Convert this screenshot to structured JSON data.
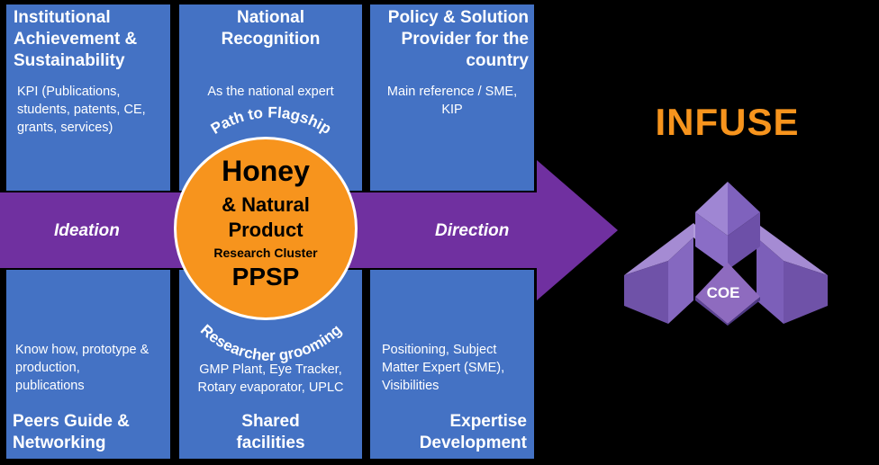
{
  "boxes": {
    "top_left": {
      "title_lines": [
        "Institutional",
        "Achievement &",
        "Sustainability"
      ],
      "body_lines": [
        "KPI (Publications,",
        "students, patents, CE,",
        "grants, services)"
      ]
    },
    "top_mid": {
      "title_lines": [
        "National",
        "Recognition"
      ],
      "body_lines": [
        "As the national expert"
      ]
    },
    "top_right": {
      "title_lines": [
        "Policy & Solution",
        "Provider for the",
        "country"
      ],
      "body_lines": [
        "Main reference / SME,",
        "KIP"
      ]
    },
    "bottom_left": {
      "title_lines": [
        "Peers Guide &",
        "Networking"
      ],
      "body_lines": [
        "Know how, prototype &",
        "production,",
        "publications"
      ]
    },
    "bottom_mid": {
      "title_lines": [
        "Shared",
        "facilities"
      ],
      "body_lines": [
        "GMP Plant, Eye Tracker,",
        "Rotary evaporator, UPLC"
      ]
    },
    "bottom_right": {
      "title_lines": [
        "Expertise",
        "Development"
      ],
      "body_lines": [
        "Positioning, Subject",
        "Matter Expert (SME),",
        "Visibilities"
      ]
    }
  },
  "arrow": {
    "left_label": "Ideation",
    "right_label": "Direction"
  },
  "circle": {
    "arc_top": "Path to Flagship",
    "arc_bottom": "Researcher grooming",
    "line1": "Honey",
    "line2": "& Natural",
    "line3": "Product",
    "line4": "Research Cluster",
    "line5": "PPSP"
  },
  "infuse": {
    "title": "INFUSE",
    "logo_label": "COE"
  },
  "colors": {
    "box_blue": "#4472c4",
    "arrow_purple": "#7030a0",
    "circle_orange": "#f7941d",
    "infuse_orange": "#f7941d",
    "logo_purple": "#8e6bbf"
  }
}
